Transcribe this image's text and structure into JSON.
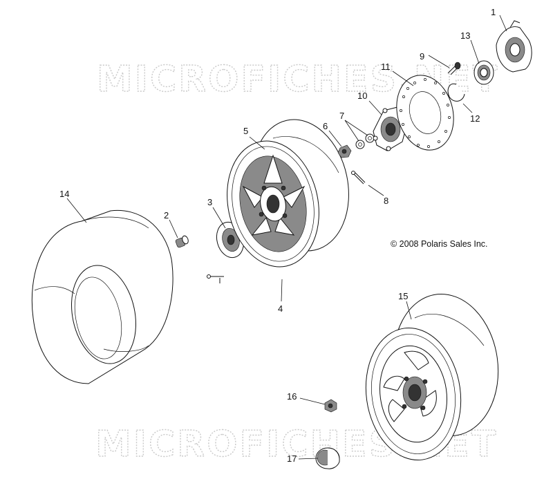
{
  "watermarks": [
    "MICROFICHES.NET",
    "MICROFICHES.NET"
  ],
  "copyright": "© 2008 Polaris Sales Inc.",
  "callouts": [
    {
      "id": "1",
      "label": "1"
    },
    {
      "id": "2",
      "label": "2"
    },
    {
      "id": "3",
      "label": "3"
    },
    {
      "id": "4",
      "label": "4"
    },
    {
      "id": "5",
      "label": "5"
    },
    {
      "id": "6",
      "label": "6"
    },
    {
      "id": "7",
      "label": "7"
    },
    {
      "id": "8",
      "label": "8"
    },
    {
      "id": "9",
      "label": "9"
    },
    {
      "id": "10",
      "label": "10"
    },
    {
      "id": "11",
      "label": "11"
    },
    {
      "id": "12",
      "label": "12"
    },
    {
      "id": "13",
      "label": "13"
    },
    {
      "id": "14",
      "label": "14"
    },
    {
      "id": "15",
      "label": "15"
    },
    {
      "id": "16",
      "label": "16"
    },
    {
      "id": "17",
      "label": "17"
    }
  ]
}
